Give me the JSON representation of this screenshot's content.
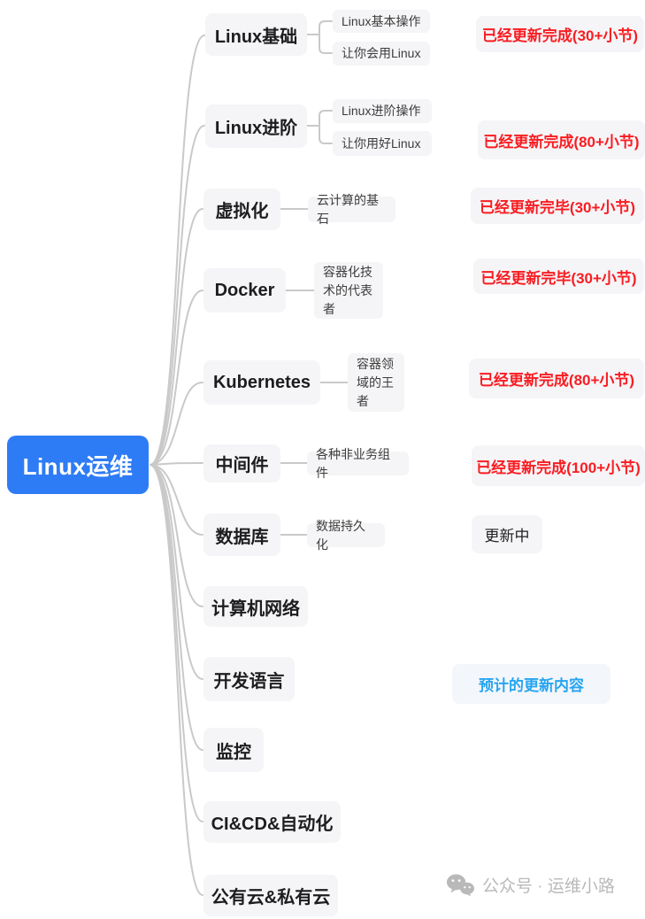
{
  "root": {
    "label": "Linux运维"
  },
  "branches": [
    {
      "label": "Linux基础",
      "children": [
        "Linux基本操作",
        "让你会用Linux"
      ],
      "status": {
        "text": "已经更新完成(30+小节)",
        "type": "done"
      }
    },
    {
      "label": "Linux进阶",
      "children": [
        "Linux进阶操作",
        "让你用好Linux"
      ],
      "status": {
        "text": "已经更新完成(80+小节)",
        "type": "done"
      }
    },
    {
      "label": "虚拟化",
      "children": [
        "云计算的基石"
      ],
      "status": {
        "text": "已经更新完毕(30+小节)",
        "type": "done"
      }
    },
    {
      "label": "Docker",
      "children": [
        "容器化技术的代表者"
      ],
      "status": {
        "text": "已经更新完毕(30+小节)",
        "type": "done"
      }
    },
    {
      "label": "Kubernetes",
      "children": [
        "容器领域的王者"
      ],
      "status": {
        "text": "已经更新完成(80+小节)",
        "type": "done"
      }
    },
    {
      "label": "中间件",
      "children": [
        "各种非业务组件"
      ],
      "status": {
        "text": "已经更新完成(100+小节)",
        "type": "done"
      }
    },
    {
      "label": "数据库",
      "children": [
        "数据持久化"
      ],
      "status": {
        "text": "更新中",
        "type": "in_progress"
      }
    },
    {
      "label": "计算机网络",
      "children": [],
      "status": null
    },
    {
      "label": "开发语言",
      "children": [],
      "status": {
        "text": "预计的更新内容",
        "type": "planned"
      }
    },
    {
      "label": "监控",
      "children": [],
      "status": null
    },
    {
      "label": "CI&CD&自动化",
      "children": [],
      "status": null
    },
    {
      "label": "公有云&私有云",
      "children": [],
      "status": null
    }
  ],
  "colors": {
    "root_bg": "#2E7CF5",
    "node_bg": "#F5F5F7",
    "status_done": "#F91D22",
    "status_planned": "#27A5F0",
    "wire": "#C9C9C9",
    "watermark": "#B9B9B9"
  },
  "watermark": {
    "icon": "wechat-icon",
    "text": "公众号 · 运维小路"
  }
}
